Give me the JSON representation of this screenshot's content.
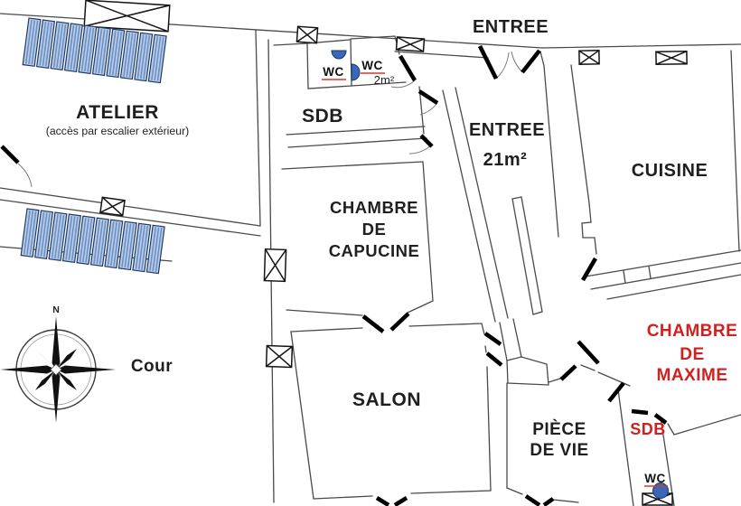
{
  "diagram_type": "floor-plan",
  "colors": {
    "background": "#ffffff",
    "wall": "#4a4a4a",
    "door": "#000000",
    "label": "#1f1f1f",
    "accent_red": "#d21f1f",
    "fixture_blue": "#3a68b8",
    "panel_fill": "#b9cde9",
    "panel_stripe": "#6d8fc2",
    "panel_border": "#1d3a66"
  },
  "rooms": {
    "atelier": {
      "name": "ATELIER",
      "note": "(accès par escalier extérieur)"
    },
    "sdb_top": {
      "name": "SDB"
    },
    "wc_left": {
      "name": "WC"
    },
    "wc_right": {
      "name": "WC",
      "area": "2m²"
    },
    "entree_door_label": "ENTREE",
    "entree": {
      "name": "ENTREE",
      "area": "21m²"
    },
    "cuisine": {
      "name": "CUISINE"
    },
    "chambre_capucine": {
      "line1": "CHAMBRE",
      "line2": "DE",
      "line3": "CAPUCINE"
    },
    "salon": {
      "name": "SALON"
    },
    "cour": {
      "name": "Cour"
    },
    "chambre_maxime": {
      "line1": "CHAMBRE",
      "line2": "DE",
      "line3": "MAXIME"
    },
    "piece_de_vie": {
      "line1": "PIÈCE",
      "line2": "DE VIE"
    },
    "sdb_bottom": {
      "name": "SDB"
    },
    "wc_bottom": {
      "name": "WC"
    }
  },
  "compass": {
    "north": "N"
  }
}
